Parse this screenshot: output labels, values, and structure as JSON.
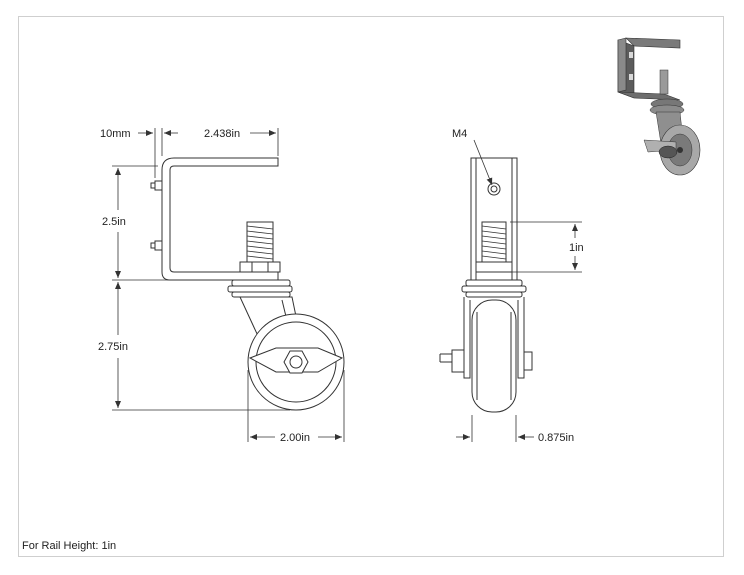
{
  "dimensions": {
    "tab_thickness": "10mm",
    "bracket_width": "2.438in",
    "bracket_height": "2.5in",
    "caster_height": "2.75in",
    "wheel_diameter": "2.00in",
    "thread_size": "M4",
    "stem_length": "1in",
    "wheel_width": "0.875in"
  },
  "note": "For Rail Height: 1in"
}
